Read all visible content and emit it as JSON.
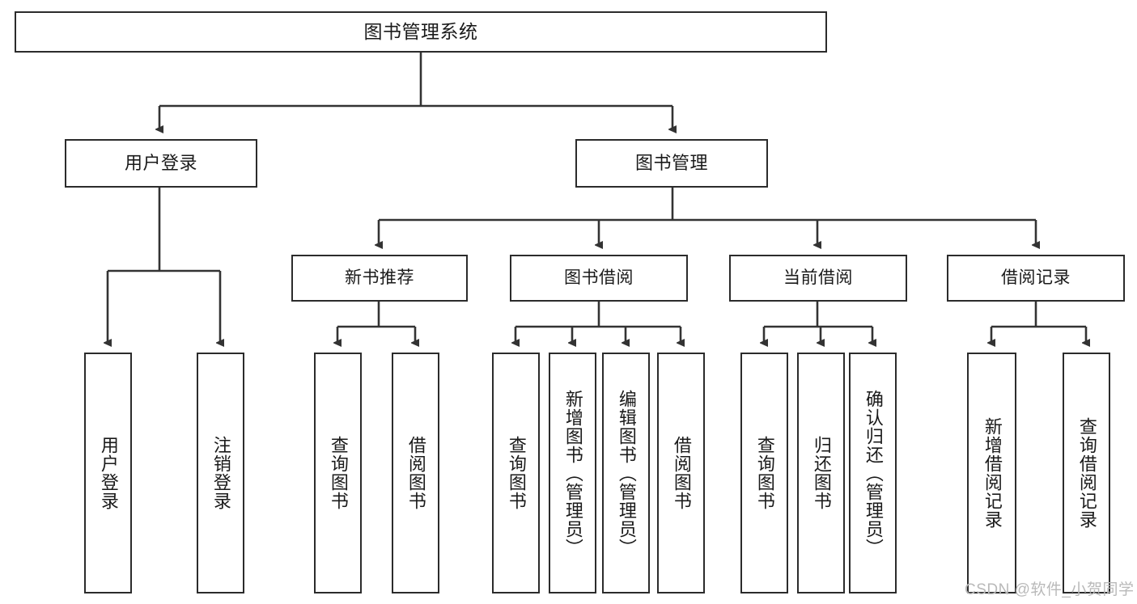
{
  "diagram": {
    "title": "图书管理系统",
    "type": "tree-hierarchy-diagram",
    "colors": {
      "box_border": "#2b2b2b",
      "box_fill": "#ffffff",
      "connector": "#333333",
      "text": "#1a1a1a",
      "watermark": "#b9b9b9",
      "background": "#ffffff"
    },
    "nodes": {
      "root": {
        "label": "图书管理系统"
      },
      "level1": [
        {
          "label": "用户登录"
        },
        {
          "label": "图书管理"
        }
      ],
      "level2": [
        {
          "label": "新书推荐"
        },
        {
          "label": "图书借阅"
        },
        {
          "label": "当前借阅"
        },
        {
          "label": "借阅记录"
        }
      ],
      "leaves": {
        "user_login": [
          {
            "label": "用户登录"
          },
          {
            "label": "注销登录"
          }
        ],
        "new_book_recommend": [
          {
            "label": "查询图书"
          },
          {
            "label": "借阅图书"
          }
        ],
        "book_borrow": [
          {
            "label": "查询图书"
          },
          {
            "label": "新增图书（管理员）"
          },
          {
            "label": "编辑图书（管理员）"
          },
          {
            "label": "借阅图书"
          }
        ],
        "current_borrow": [
          {
            "label": "查询图书"
          },
          {
            "label": "归还图书"
          },
          {
            "label": "确认归还（管理员）"
          }
        ],
        "borrow_record": [
          {
            "label": "新增借阅记录"
          },
          {
            "label": "查询借阅记录"
          }
        ]
      }
    }
  },
  "watermark": {
    "text": "CSDN @软件_小贺同学"
  }
}
